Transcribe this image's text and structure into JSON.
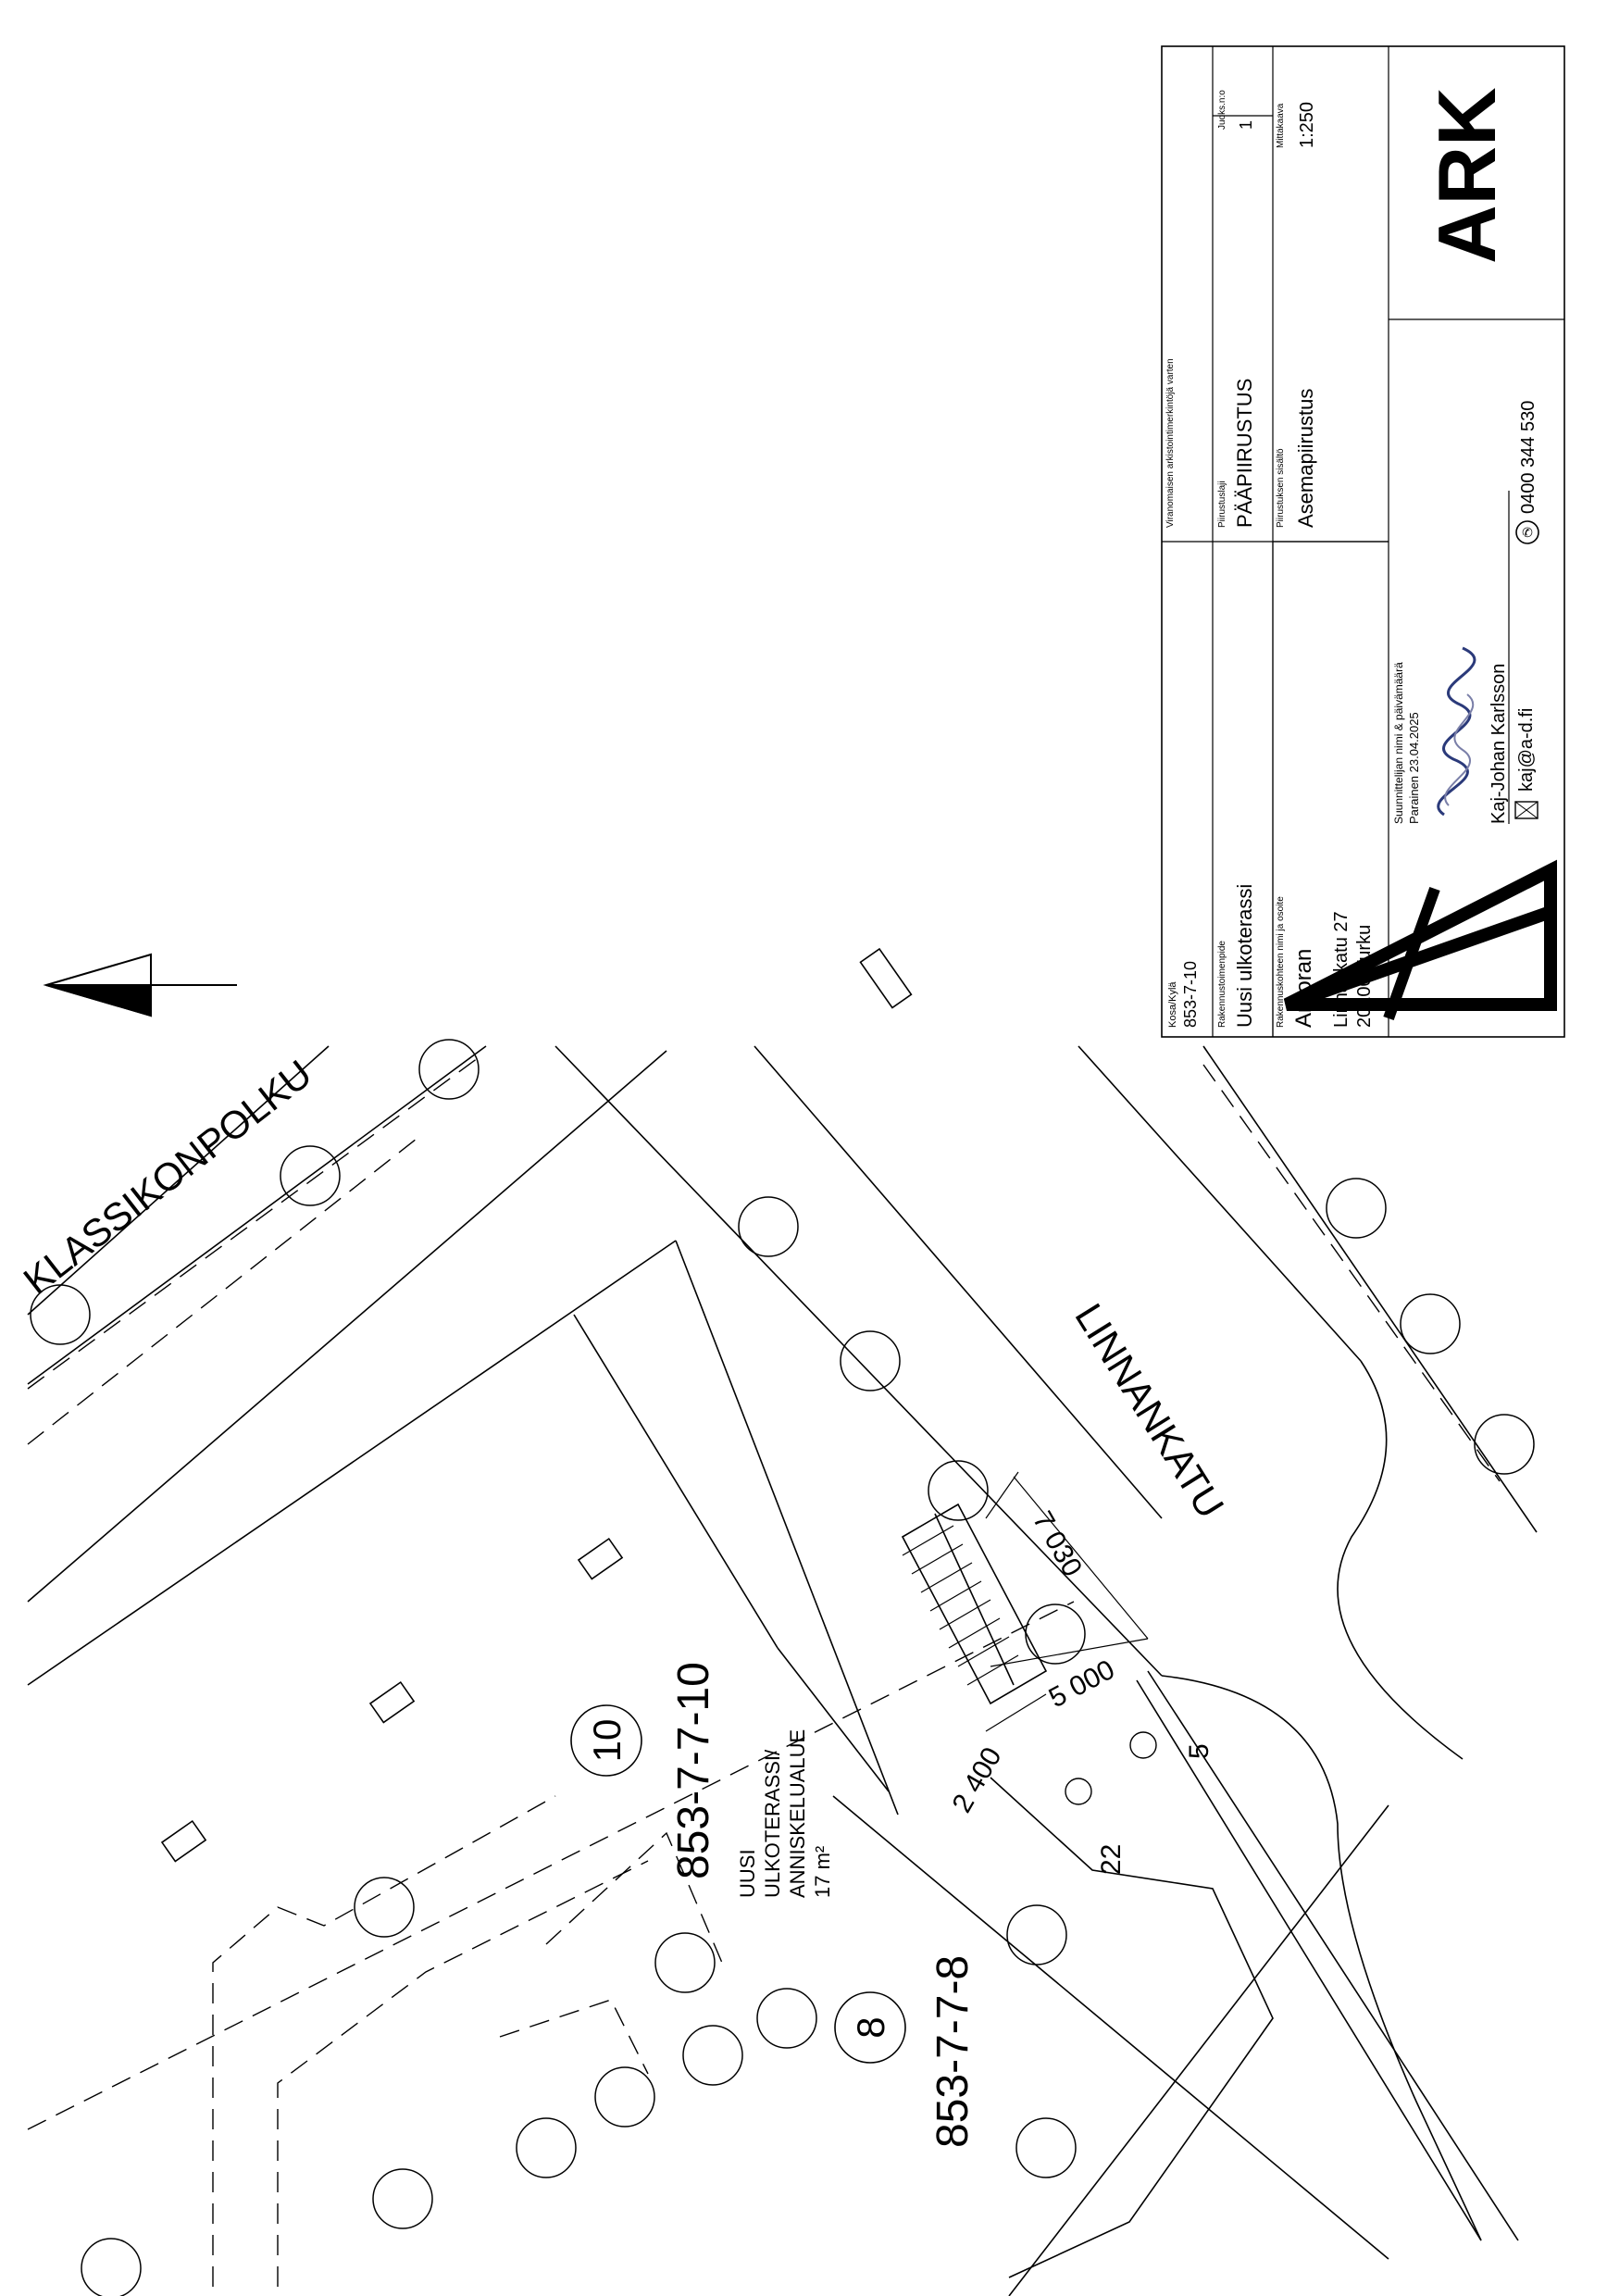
{
  "map": {
    "street_north": "KLASSIKONPOLKU",
    "street_east": "LINNANKATU",
    "plot_main_no": "10",
    "plot_main_id": "853-7-7-10",
    "plot_south_no": "8",
    "plot_south_id": "853-7-7-8",
    "terrace_line1": "UUSI",
    "terrace_line2": "ULKOTERASSI/",
    "terrace_line3": "ANNISKELUALUE",
    "terrace_area": "17 m²",
    "dim_length": "7 030",
    "dim_width": "5 000",
    "dim_offset": "2 400",
    "street_no_22": "22",
    "street_no_5": "5"
  },
  "title_block": {
    "authority_label": "Viranomaisen arkistointimerkintöjä varten",
    "village_label": "Kosa/Kylä",
    "village_value": "853-7-10",
    "project_label": "Rakennustoimenpide",
    "project_value": "Uusi ulkoterassi",
    "drawing_type_label": "Piirustuslaji",
    "drawing_type_value": "PÄÄPIIRUSTUS",
    "serial_label": "Juoks.n:o",
    "serial_value": "1",
    "site_label": "Rakennuskohteen nimi ja osoite",
    "site_name": "Arooran",
    "site_street": "Linnankatu 27",
    "site_city": "20100 Turku",
    "content_label": "Piirustuksen sisältö",
    "content_value": "Asemapiirustus",
    "scale_label": "Mittakaava",
    "scale_value": "1:250",
    "designer_label": "Suunnittelijan nimi & päivämäärä",
    "designer_date": "Parainen 23.04.2025",
    "designer_name": "Kaj-Johan Karlsson",
    "email": "kaj@a-d.fi",
    "phone": "0400 344 530",
    "discipline": "ARK"
  }
}
